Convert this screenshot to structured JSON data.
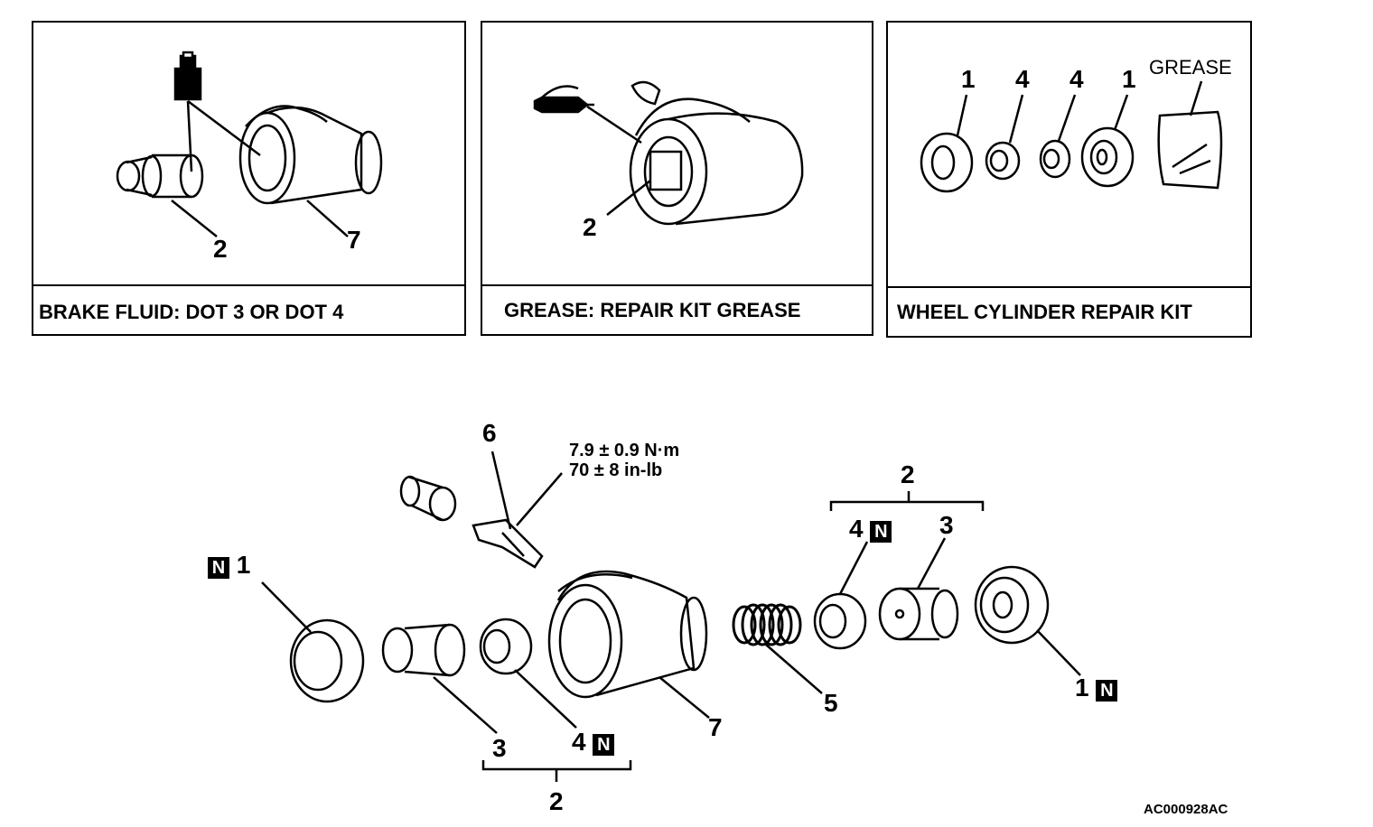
{
  "panels": [
    {
      "caption": "BRAKE FLUID:  DOT 3 OR DOT 4",
      "labels": [
        "2",
        "7"
      ]
    },
    {
      "caption": "GREASE: REPAIR KIT GREASE",
      "labels": [
        "2"
      ]
    },
    {
      "caption": "WHEEL CYLINDER REPAIR KIT",
      "labels": [
        "1",
        "4",
        "4",
        "1"
      ],
      "grease_label": "GREASE"
    }
  ],
  "exploded": {
    "boot_left": {
      "num": "1",
      "badge": "N"
    },
    "piston_left": {
      "num": "3"
    },
    "cup_left": {
      "num": "4",
      "badge": "N"
    },
    "group_left": {
      "num": "2"
    },
    "body": {
      "num": "7"
    },
    "spring": {
      "num": "5"
    },
    "bleeder": {
      "num": "6"
    },
    "torque": {
      "line1": "7.9 ± 0.9 N·m",
      "line2": "70 ± 8 in-lb"
    },
    "group_right": {
      "num": "2"
    },
    "cup_right": {
      "num": "4",
      "badge": "N"
    },
    "piston_right": {
      "num": "3"
    },
    "boot_right": {
      "num": "1",
      "badge": "N"
    }
  },
  "figure_code": "AC000928AC"
}
